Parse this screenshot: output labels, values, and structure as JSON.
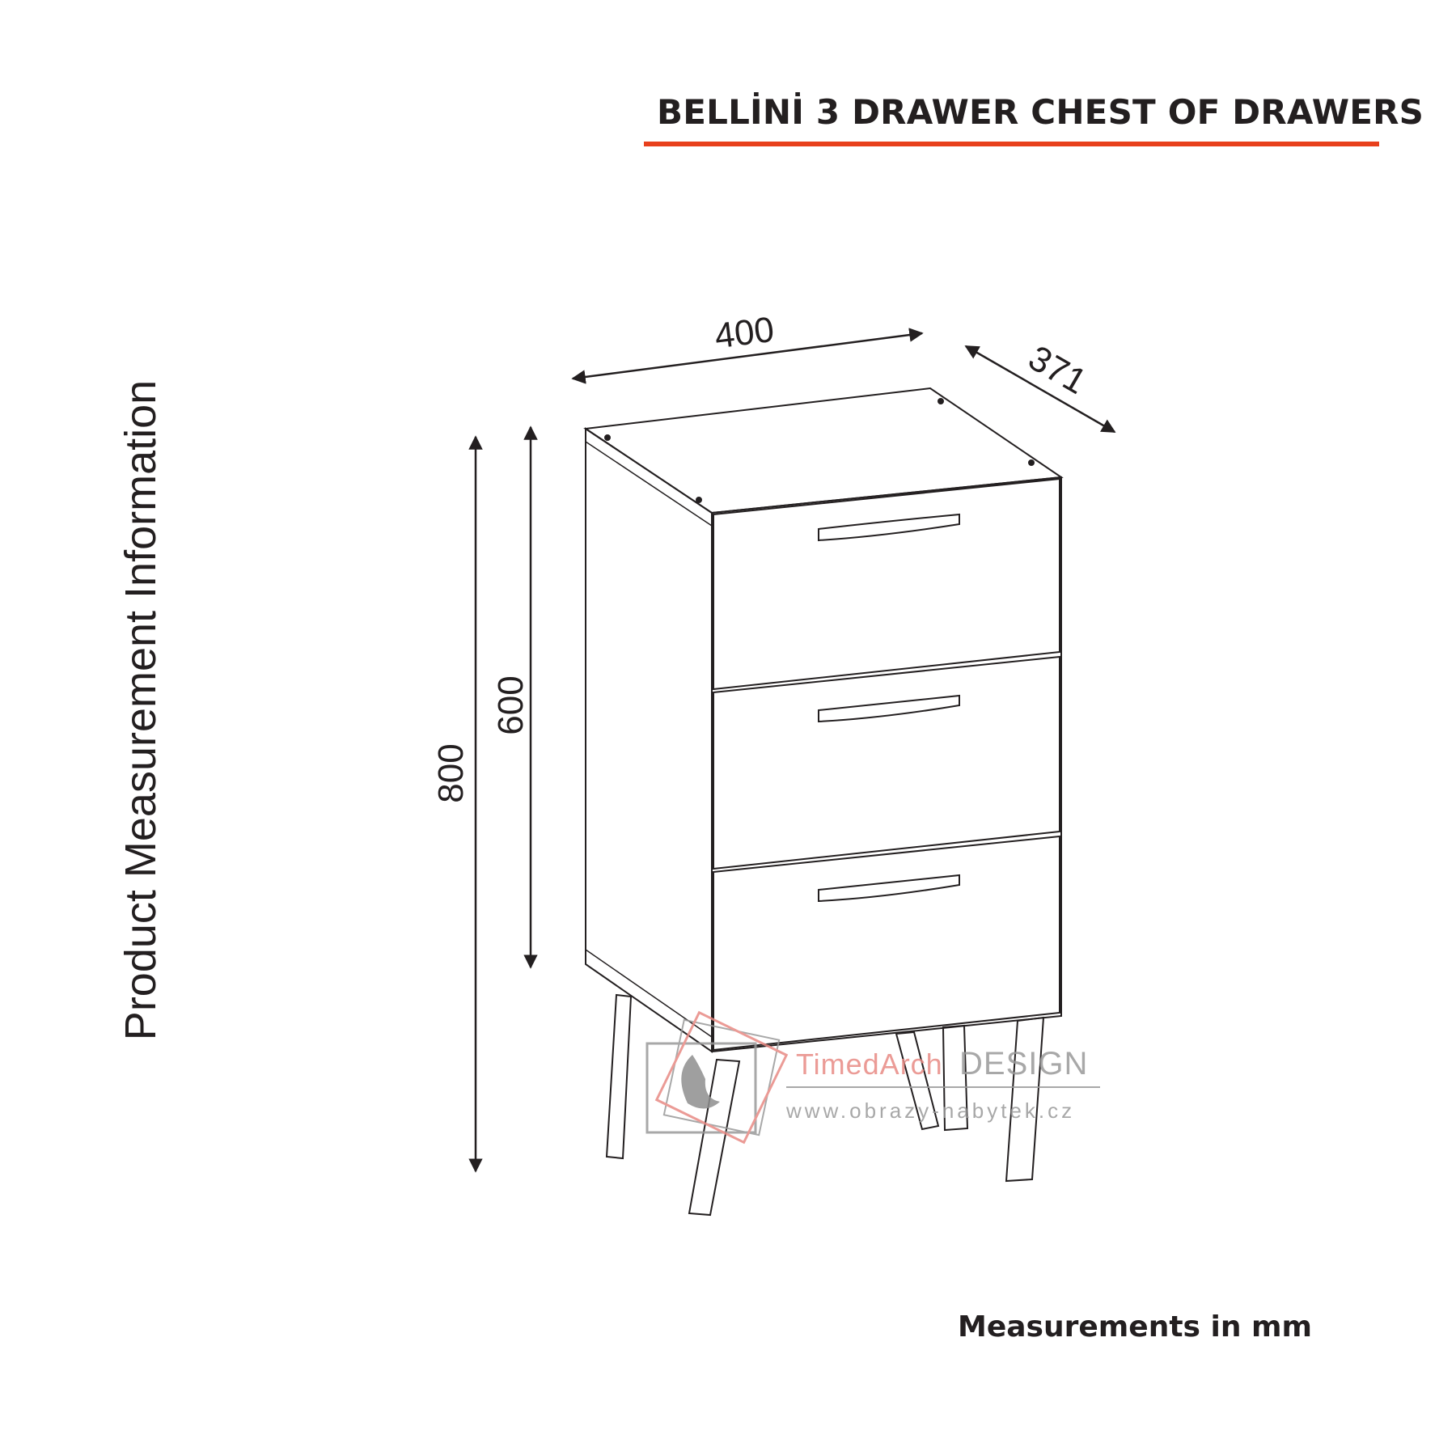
{
  "title": "BELLİNİ 3 DRAWER CHEST OF DRAWERS",
  "side_label": "Product Measurement Information",
  "units_note": "Measurements in mm",
  "dimensions": {
    "width": "400",
    "depth": "371",
    "total_height": "800",
    "body_height": "600"
  },
  "drawer_count": 3,
  "watermark": {
    "brand_part1": "TimedArch",
    "brand_part2": "DESIGN",
    "url": "www.obrazy-nabytek.cz"
  },
  "colors": {
    "accent_rule": "#e8401c",
    "line": "#231f20",
    "watermark_red": "#e88a84",
    "watermark_gray": "#9a9a9a"
  }
}
